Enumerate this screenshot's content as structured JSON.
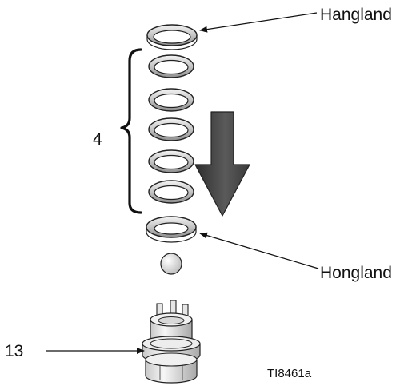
{
  "labels": {
    "top_gland": "Hangland",
    "bottom_gland": "Hongland",
    "seal_set_qty": "4",
    "part_ref": "13",
    "figure_id": "TI8461a"
  },
  "icons": {
    "rings": "seal-ring-icon",
    "arrow": "down-arrow-icon",
    "ball": "ball-icon",
    "seat": "valve-seat-icon"
  },
  "colors": {
    "line": "#111111",
    "ring_outer": "#b5b5b5",
    "ring_inner": "#eeeeee",
    "arrow_fill": "#4a4a4a",
    "background": "#ffffff"
  }
}
